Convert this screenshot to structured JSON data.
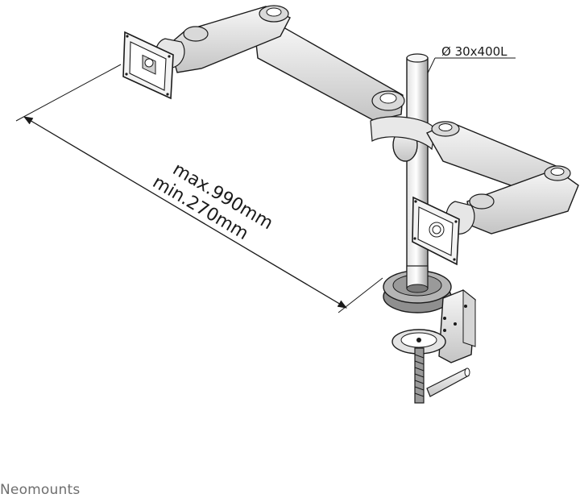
{
  "dimension": {
    "max": "max.990mm",
    "min": "min.270mm"
  },
  "pole_label": "Ø 30x400L",
  "brand": "Neomounts",
  "icons": [
    "monitor-plate-icon",
    "desk-clamp-icon",
    "pole-icon",
    "arm-segment-icon"
  ],
  "colors": {
    "line": "#1a1a1a",
    "part_light": "#f2f2f2",
    "part_shade": "#bdbdbd",
    "brand_text": "#6e6e6e"
  }
}
